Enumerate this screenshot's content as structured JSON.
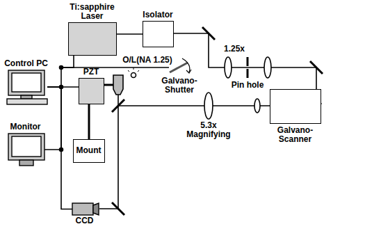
{
  "diagram": {
    "nodes": [
      {
        "text": [
          "Ti:sapphire Laser"
        ]
      },
      {
        "text": [
          "Isolator"
        ]
      },
      {
        "text": [
          "Control PC"
        ]
      },
      {
        "text": [
          "Monitor"
        ]
      },
      {
        "text": [
          "PZT"
        ]
      },
      {
        "text": [
          "Mount"
        ]
      },
      {
        "text": [
          "Galvano-Scanner"
        ]
      },
      {
        "text": [
          "CCD"
        ]
      }
    ],
    "edges": [
      {
        "from": 0,
        "to": 1,
        "arrow": "none"
      },
      {
        "from": 2,
        "to": 0,
        "arrow": "none"
      },
      {
        "from": 2,
        "to": 4,
        "arrow": "none"
      },
      {
        "from": 2,
        "to": 3,
        "arrow": "none"
      },
      {
        "from": 2,
        "to": 7,
        "arrow": "none"
      }
    ],
    "labels": [
      "Galvano-Shutter",
      "1.25x",
      "Pin hole",
      "5.3x Magnifying",
      "O/L(NA 1.25)"
    ]
  }
}
